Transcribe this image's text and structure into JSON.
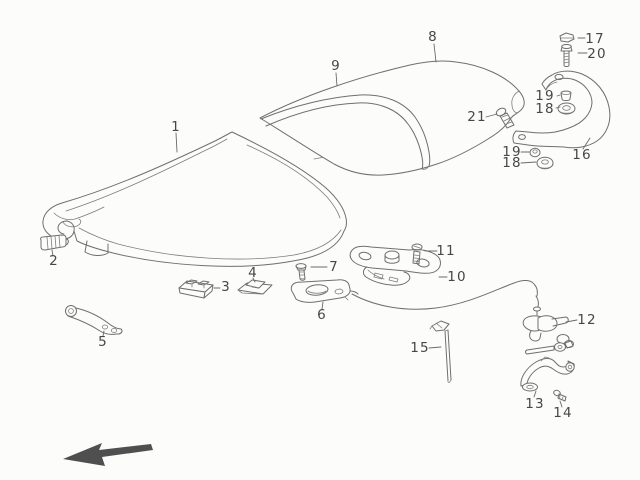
{
  "diagram": {
    "kind": "exploded-parts-diagram",
    "background_color": "#fcfcfb",
    "line_color": "#6f6f6f",
    "label_color": "#474747",
    "arrow_color": "#4f4f4f",
    "arrow_icon": "front-direction-arrow"
  },
  "callouts": {
    "c1": "1",
    "c2": "2",
    "c3": "3",
    "c4": "4",
    "c5": "5",
    "c6": "6",
    "c7": "7",
    "c8": "8",
    "c9": "9",
    "c10": "10",
    "c11": "11",
    "c12": "12",
    "c13": "13",
    "c14": "14",
    "c15": "15",
    "c16": "16",
    "c17": "17",
    "c18": "18",
    "c19": "19",
    "c20": "20",
    "c21": "21"
  }
}
